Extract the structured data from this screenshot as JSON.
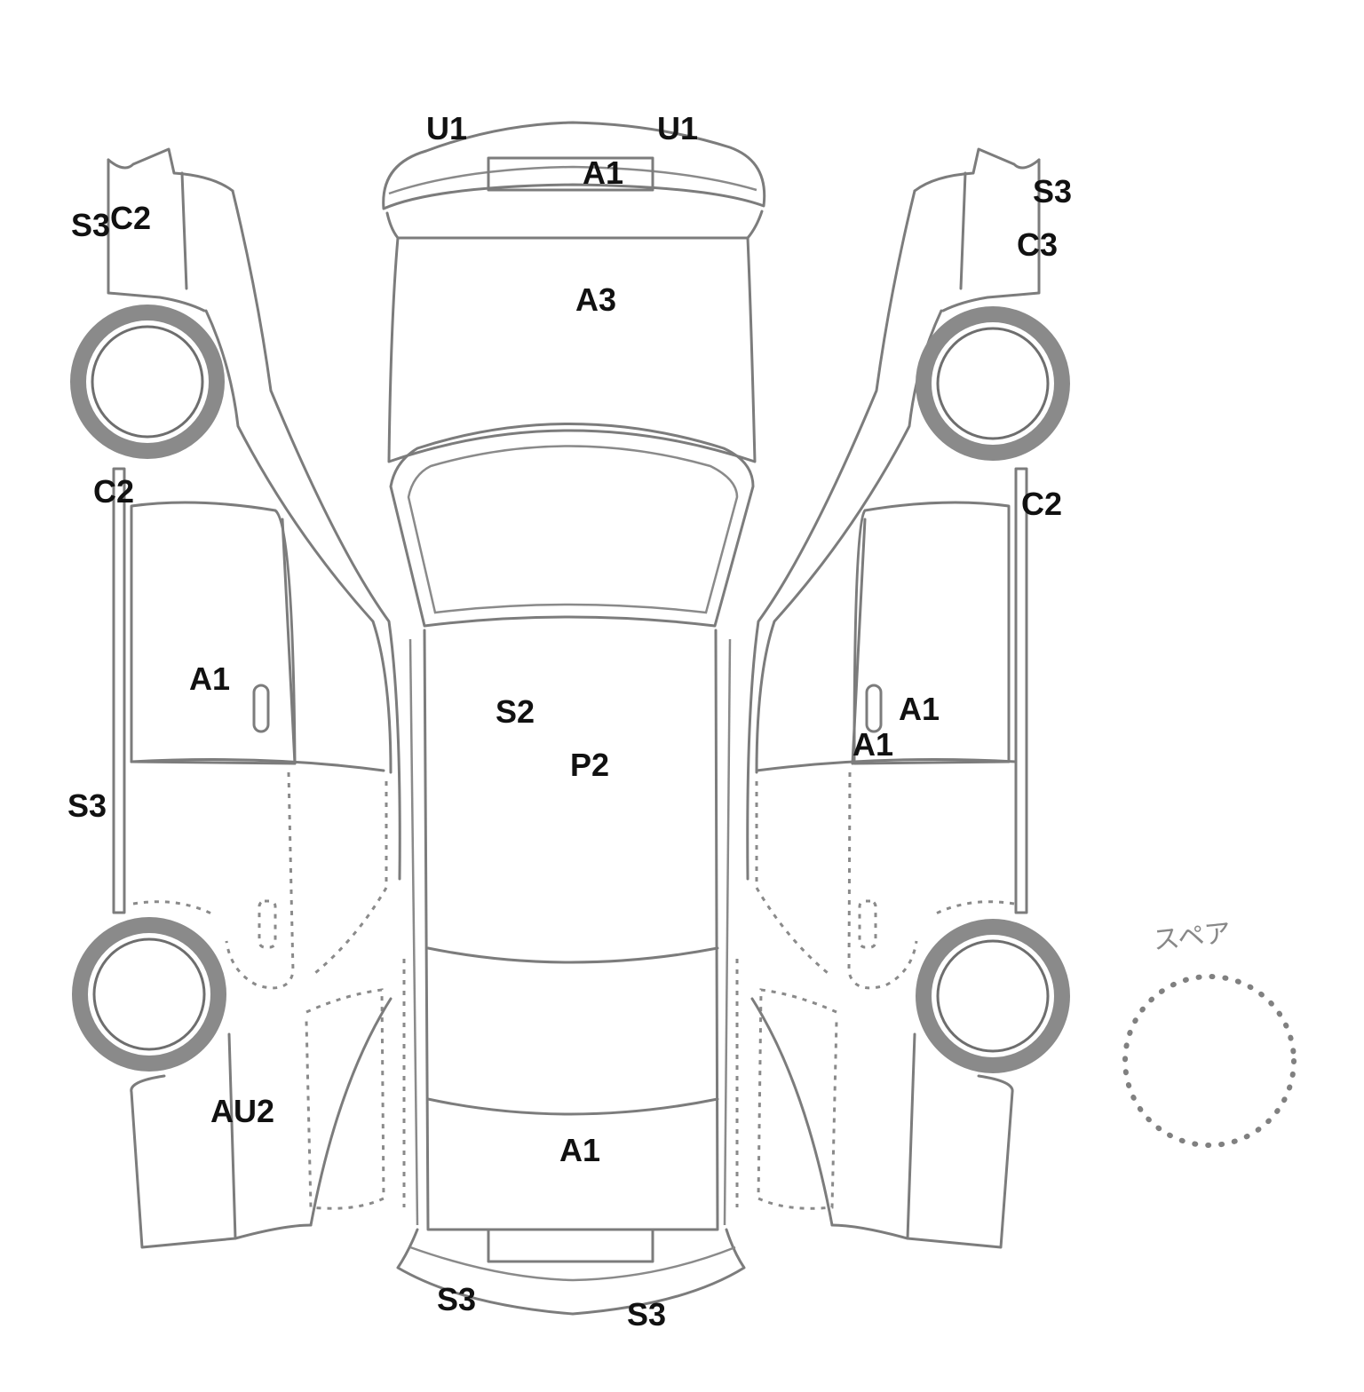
{
  "spare_label": "スペア",
  "damage_codes": {
    "top_bumper_left": "U1",
    "top_bumper_right": "U1",
    "top_grille": "A1",
    "hood": "A3",
    "roof_upper": "S2",
    "roof_center": "P2",
    "trunk": "A1",
    "rear_bumper_left": "S3",
    "rear_bumper_right": "S3",
    "left_front_s3": "S3",
    "left_front_c2": "C2",
    "left_pillar_c2": "C2",
    "left_door": "A1",
    "left_sill": "S3",
    "left_rear_quarter": "AU2",
    "right_front_s3": "S3",
    "right_front_c3": "C3",
    "right_pillar_c2": "C2",
    "right_door_a1": "A1",
    "right_door_a1_lower": "A1"
  }
}
